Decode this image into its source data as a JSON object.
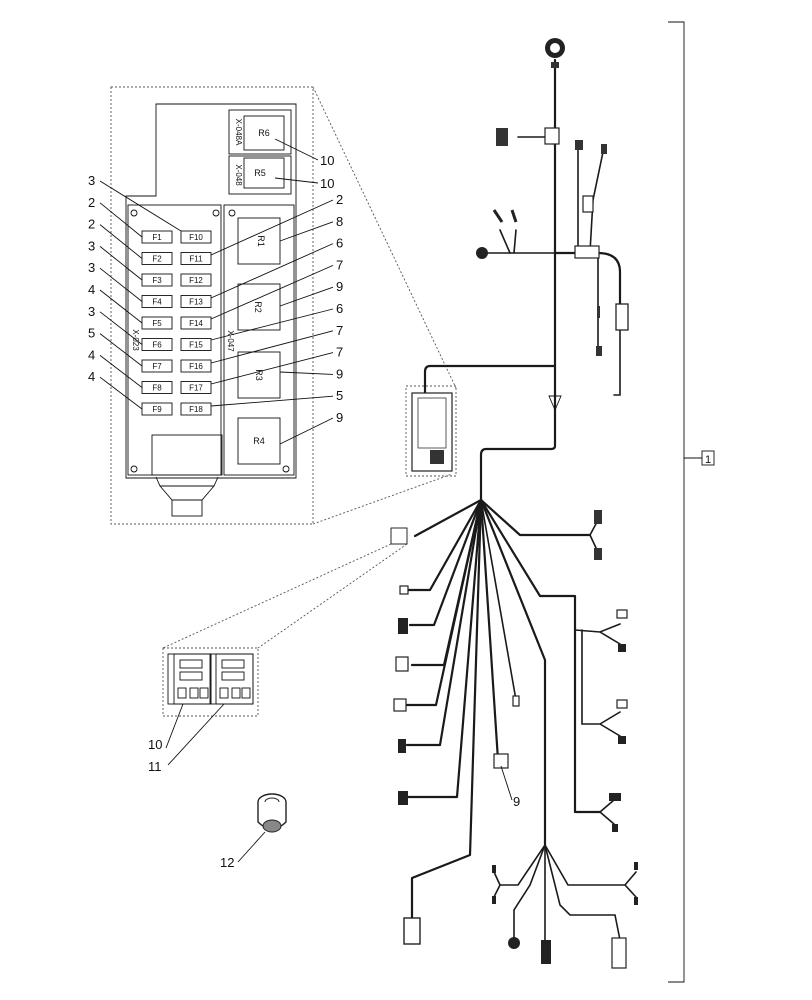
{
  "fuses_left": [
    "F1",
    "F2",
    "F3",
    "F4",
    "F5",
    "F6",
    "F7",
    "F8",
    "F9"
  ],
  "fuses_right": [
    "F10",
    "F11",
    "F12",
    "F13",
    "F14",
    "F15",
    "F16",
    "F17",
    "F18"
  ],
  "relays": {
    "r6": "R6",
    "r5": "R5",
    "r1": "R1",
    "r2": "R2",
    "r3": "R3",
    "r4": "R4"
  },
  "connectors": {
    "x048a": "X-048A",
    "x048": "X-048",
    "x047": "X-047",
    "x023": "X-023"
  },
  "callouts_left": [
    "3",
    "2",
    "2",
    "3",
    "3",
    "4",
    "3",
    "5",
    "4",
    "4"
  ],
  "callouts_right": [
    "2",
    "8",
    "6",
    "7",
    "9",
    "6",
    "7",
    "7",
    "9",
    "5",
    "9"
  ],
  "callouts_top": [
    "10",
    "10"
  ],
  "callout_main": "1",
  "callout_9": "9",
  "callout_10": "10",
  "callout_11": "11",
  "callout_12": "12"
}
